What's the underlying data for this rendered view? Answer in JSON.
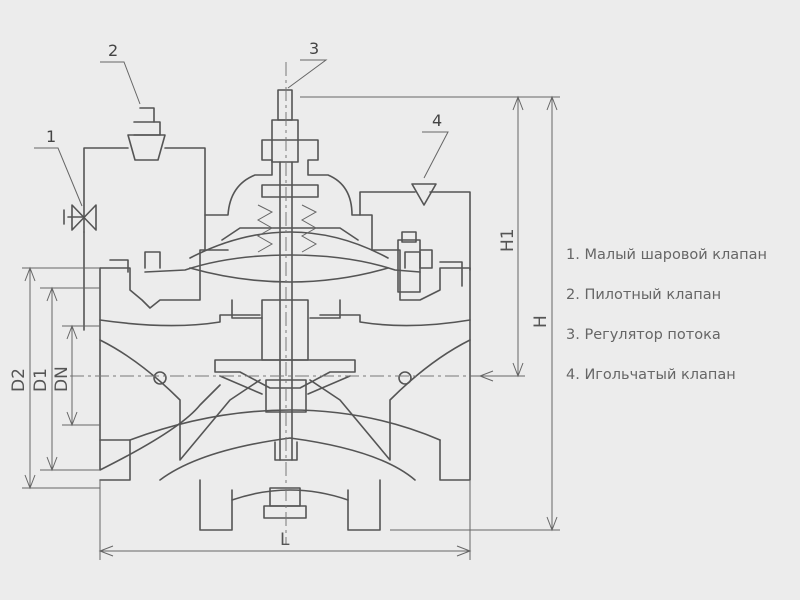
{
  "callouts": [
    {
      "number": "1"
    },
    {
      "number": "2"
    },
    {
      "number": "3"
    },
    {
      "number": "4"
    }
  ],
  "dimensions": {
    "D2": "D2",
    "D1": "D1",
    "DN": "DN",
    "H1": "H1",
    "H": "H",
    "L": "L"
  },
  "legend": [
    {
      "label": "1. Малый шаровой клапан"
    },
    {
      "label": "2. Пилотный клапан"
    },
    {
      "label": "3. Регулятор потока"
    },
    {
      "label": "4. Игольчатый клапан"
    }
  ],
  "colors": {
    "background": "#ececec",
    "line": "#555555",
    "text": "#666666"
  }
}
